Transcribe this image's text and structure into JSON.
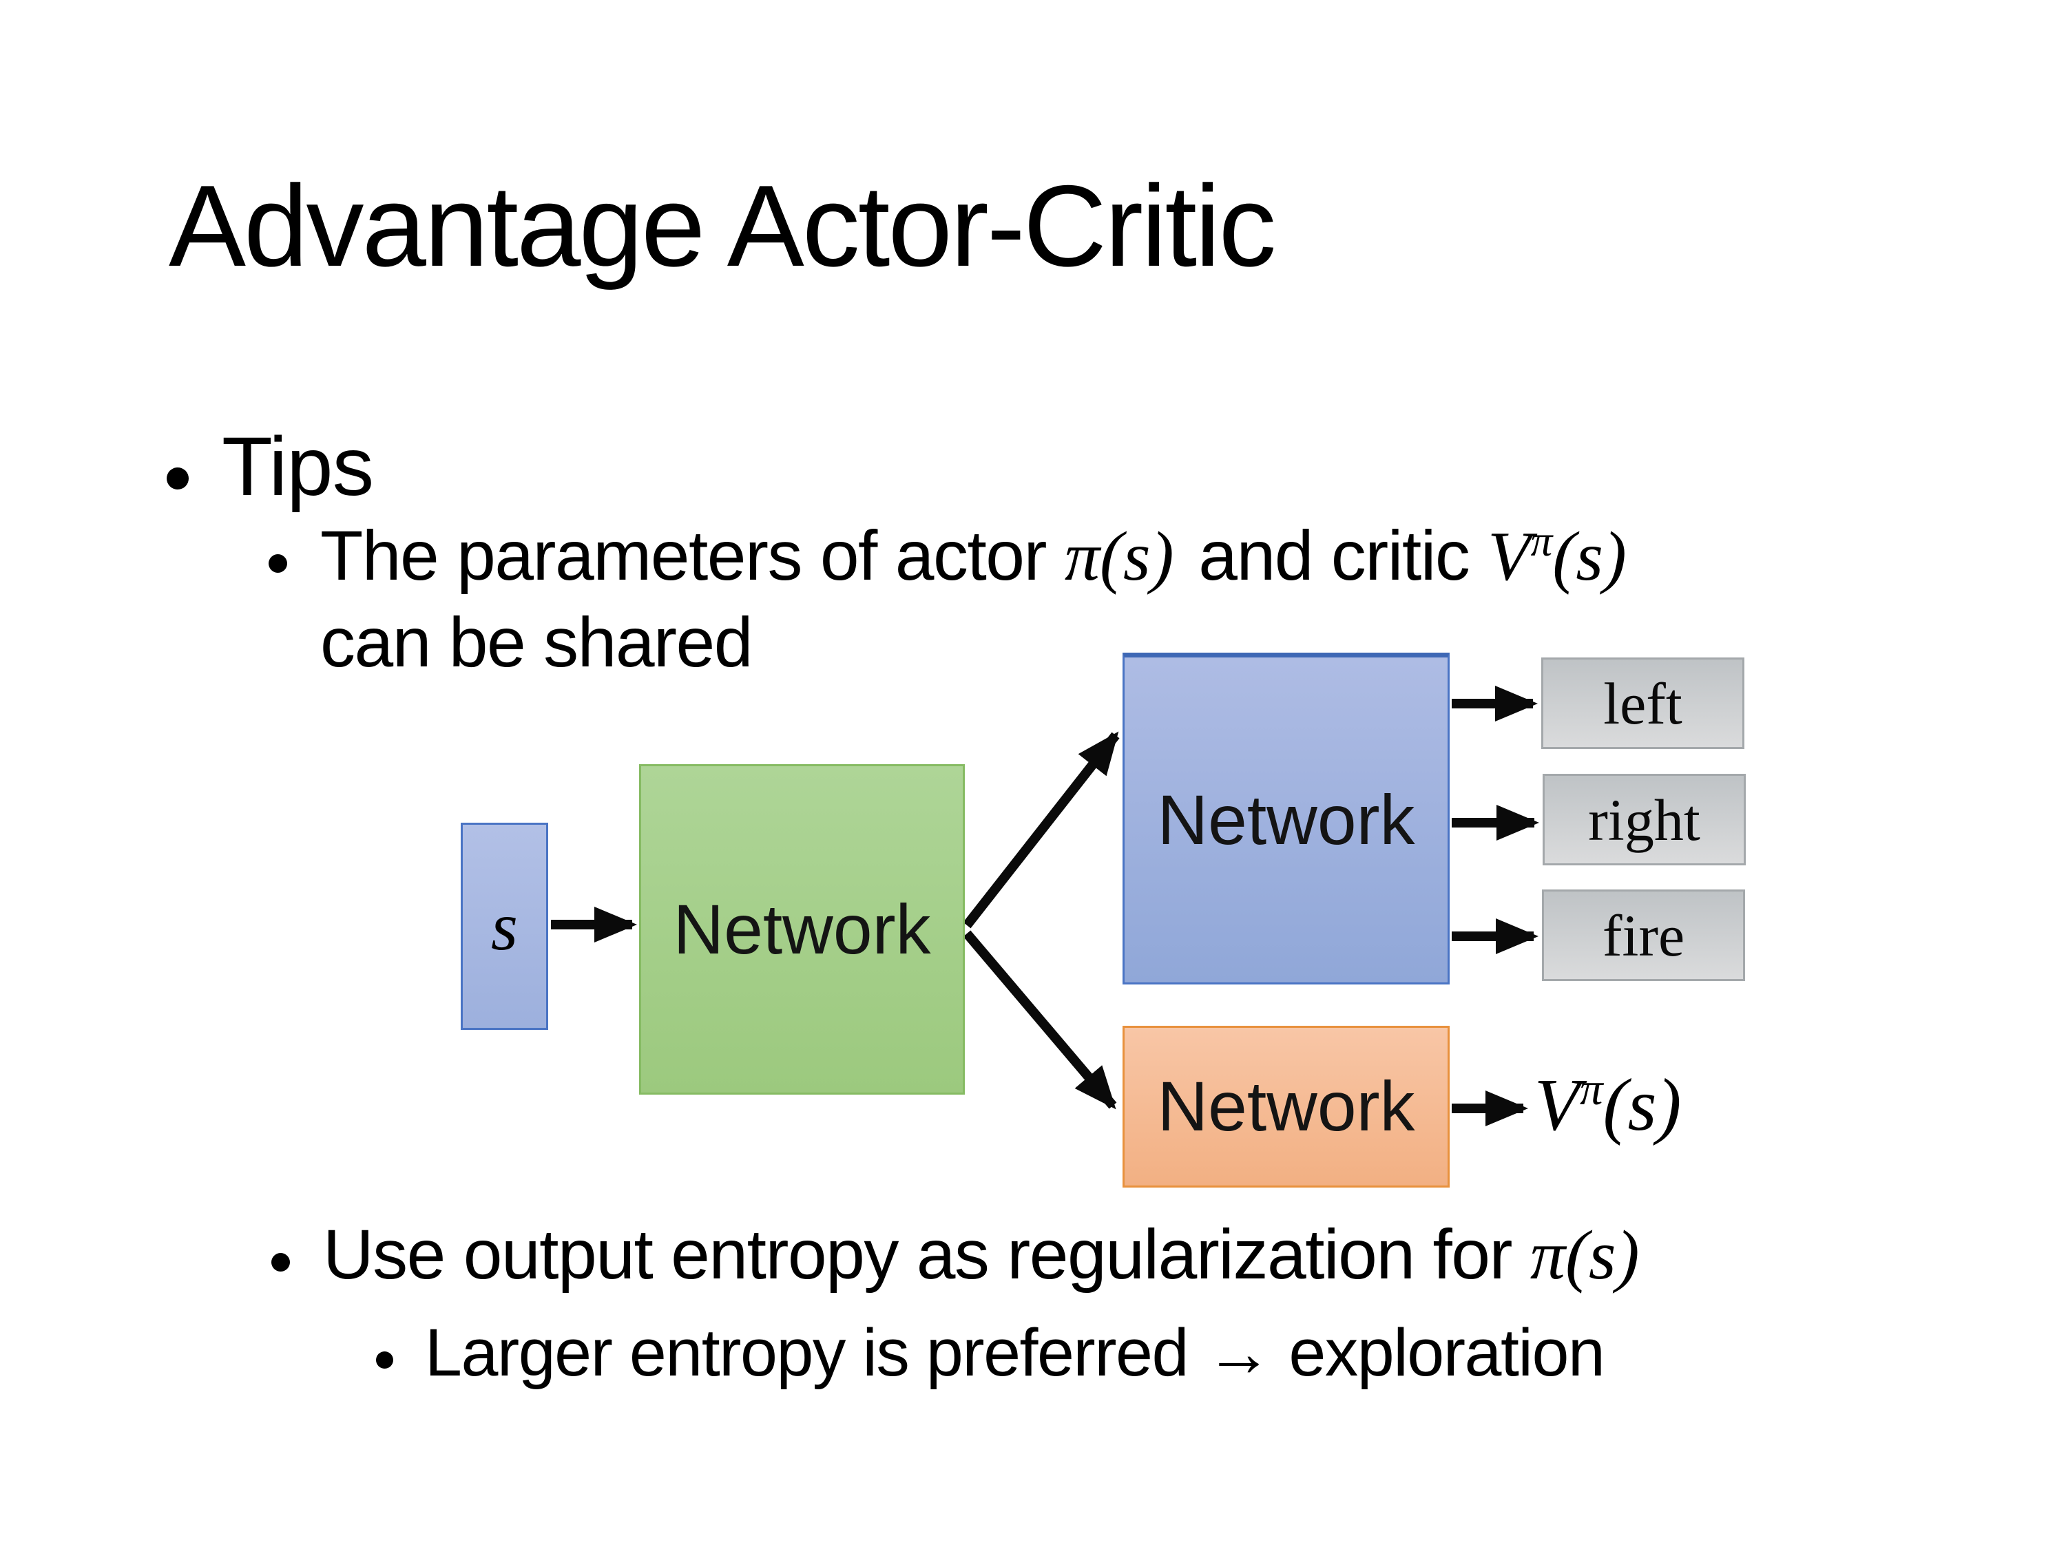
{
  "slide": {
    "title": "Advantage Actor-Critic",
    "background": "#ffffff"
  },
  "bullets": {
    "tips": "Tips",
    "param_pre": "The parameters of actor ",
    "param_actor_math": "π(s)",
    "param_mid": "and critic",
    "param_v_base": "V",
    "param_v_sup": "π",
    "param_v_args": "(s)",
    "param_line2": "can be shared",
    "entropy_pre": "Use output entropy as regularization for ",
    "entropy_math": "π(s)",
    "exploration": "Larger entropy is preferred → exploration"
  },
  "diagram": {
    "input_label": "s",
    "shared_network": "Network",
    "actor_network": "Network",
    "critic_network": "Network",
    "action_outputs": [
      "left",
      "right",
      "fire"
    ],
    "value_output": {
      "base": "V",
      "sup": "π",
      "args": "(s)"
    },
    "colors": {
      "input_fill": "#a7b7e0",
      "input_border": "#4a74c4",
      "shared_fill": "#a5cf8b",
      "shared_border": "#86bb63",
      "actor_fill": "#9fb0dd",
      "actor_border": "#4472c4",
      "critic_fill": "#f5ba93",
      "critic_border": "#e8913d",
      "action_fill": "#cdd0d2",
      "action_border": "#a4a8ab",
      "arrow": "#0a0a0a"
    }
  }
}
